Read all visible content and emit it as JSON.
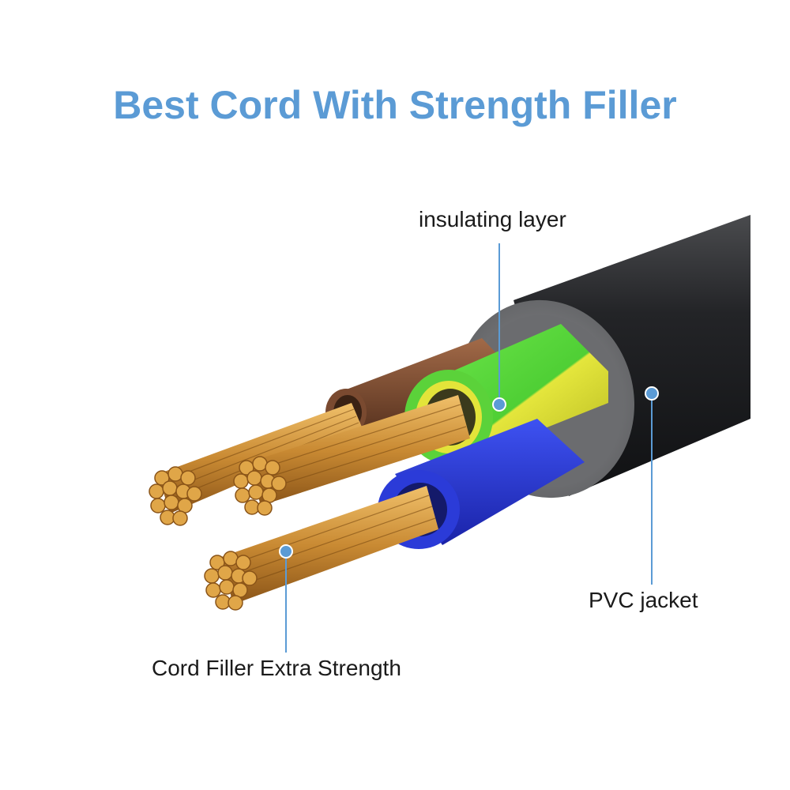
{
  "title": "Best Cord With Strength Filler",
  "labels": {
    "insulating_layer": "insulating layer",
    "pvc_jacket": "PVC jacket",
    "cord_filler": "Cord Filler Extra Strength"
  },
  "colors": {
    "title": "#5b9bd5",
    "callout": "#5b9bd5",
    "jacket": "#1e1f21",
    "wire_brown": "#7a4a30",
    "wire_green": "#5bd23a",
    "wire_yellow": "#e3e43a",
    "wire_blue": "#2b3bd8",
    "copper": "#d69a3f"
  }
}
